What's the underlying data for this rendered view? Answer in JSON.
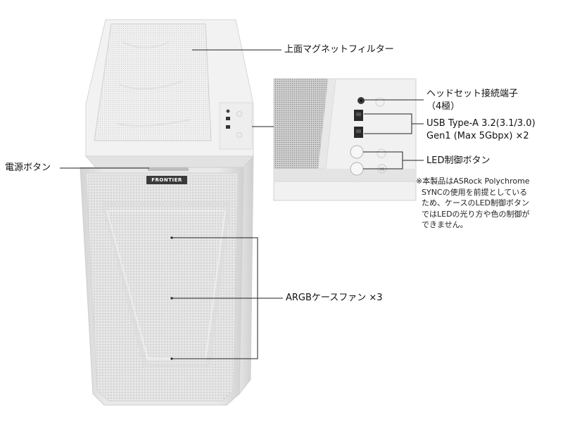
{
  "labels": {
    "top_filter": "上面マグネットフィルター",
    "power_button": "電源ボタン",
    "headset_port_line1": "ヘッドセット接続端子",
    "headset_port_line2": "（4極）",
    "usb_line1": "USB Type-A 3.2(3.1/3.0)",
    "usb_line2": "Gen1 (Max 5Gbpx) ×2",
    "led_button": "LED制御ボタン",
    "argb_fans": "ARGBケースファン ×3"
  },
  "note": {
    "line1": "※本製品はASRock Polychrome",
    "line2": "SYNCの使用を前提としている",
    "line3": "ため、ケースのLED制御ボタン",
    "line4": "ではLEDの光り方や色の制御が",
    "line5": "できません。"
  },
  "brand": "FRONTIER",
  "colors": {
    "case_body": "#ebebeb",
    "case_edge": "#d8d8d8",
    "mesh": "#c8c8c8",
    "callout_line": "#222222",
    "brand_badge": "#3a3a3a"
  }
}
